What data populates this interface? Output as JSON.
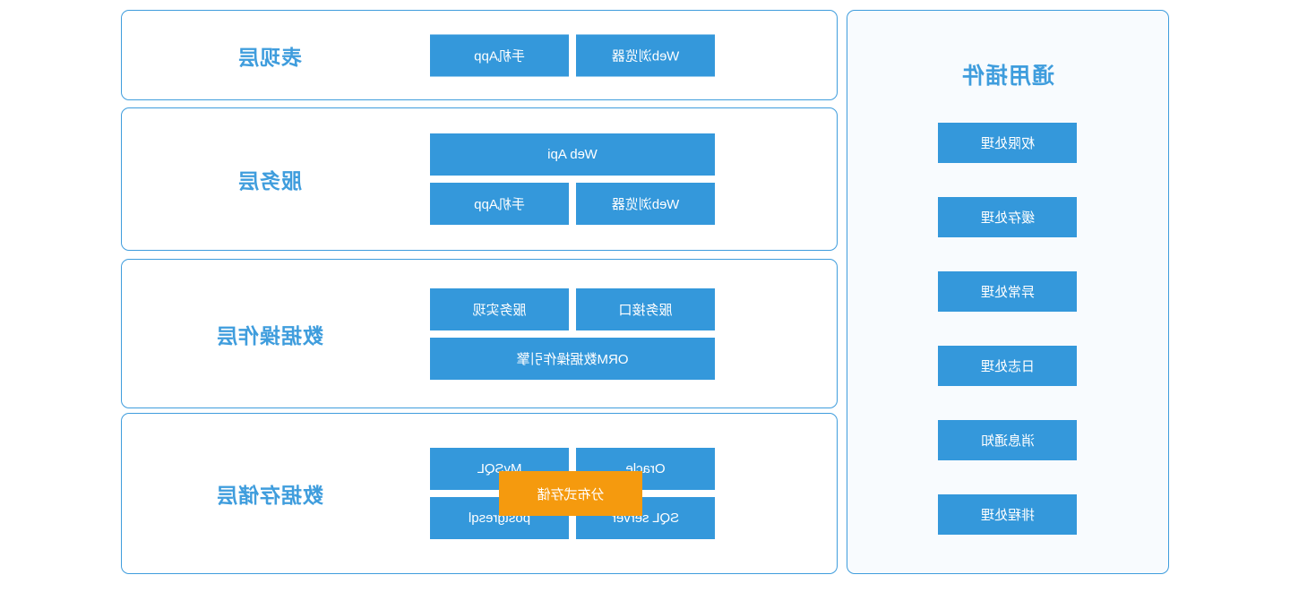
{
  "plugins_panel": {
    "title": "通用插件",
    "items": [
      {
        "label": "权限处理"
      },
      {
        "label": "缓存处理"
      },
      {
        "label": "异常处理"
      },
      {
        "label": "日志处理"
      },
      {
        "label": "消息通知"
      },
      {
        "label": "排程处理"
      }
    ]
  },
  "layers": [
    {
      "label": "表现层",
      "rows": [
        {
          "boxes": [
            {
              "label": "Web浏览器",
              "size": "half"
            },
            {
              "label": "手机App",
              "size": "half"
            }
          ]
        }
      ]
    },
    {
      "label": "服务层",
      "rows": [
        {
          "boxes": [
            {
              "label": "Web Api",
              "size": "full"
            }
          ]
        },
        {
          "boxes": [
            {
              "label": "Web浏览器",
              "size": "half"
            },
            {
              "label": "手机App",
              "size": "half"
            }
          ]
        }
      ]
    },
    {
      "label": "数据操作层",
      "rows": [
        {
          "boxes": [
            {
              "label": "服务接口",
              "size": "half"
            },
            {
              "label": "服务实现",
              "size": "half"
            }
          ]
        },
        {
          "boxes": [
            {
              "label": "ORM数据操作引擎",
              "size": "full"
            }
          ]
        }
      ]
    },
    {
      "label": "数据存储层",
      "rows": [
        {
          "boxes": [
            {
              "label": "Oracle",
              "size": "half"
            },
            {
              "label": "MySQL",
              "size": "half"
            }
          ]
        },
        {
          "boxes": [
            {
              "label": "SQL server",
              "size": "half"
            },
            {
              "label": "postgresql",
              "size": "half"
            }
          ]
        }
      ],
      "overlay": {
        "label": "分布式存储"
      }
    }
  ],
  "colors": {
    "box_blue": "#3498db",
    "accent_orange": "#f59a0e",
    "panel_border": "#3f9ddd",
    "title_blue": "#3f9ddd",
    "plugins_panel_bg": "#f8fbfe",
    "layer_panel_bg": "#ffffff"
  }
}
